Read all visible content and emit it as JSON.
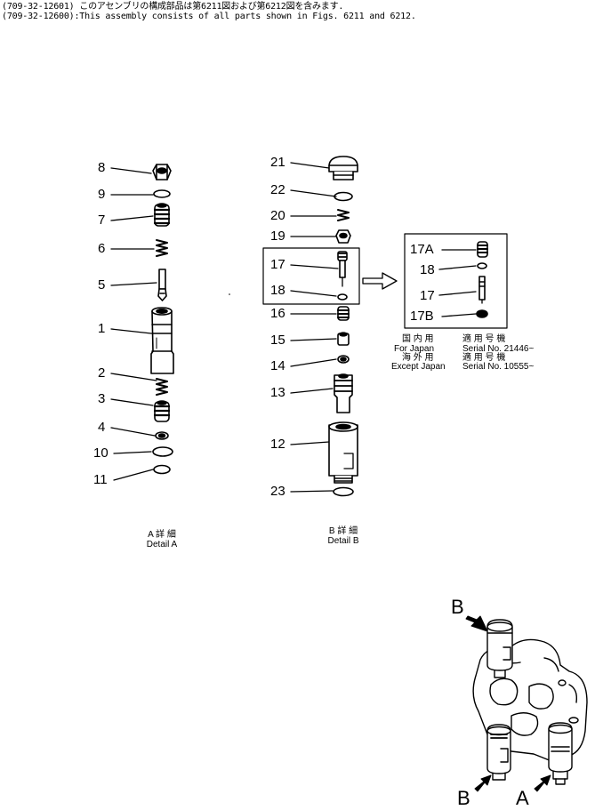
{
  "header": {
    "line1": "(709-32-12601) このアセンブリの構成部品は第6211図および第6212図を含みます.",
    "line2": "(709-32-12600):This assembly consists of all parts shown in Figs. 6211 and 6212."
  },
  "detail_a": {
    "labels": [
      "8",
      "9",
      "7",
      "6",
      "5",
      "1",
      "2",
      "3",
      "4",
      "10",
      "11"
    ],
    "caption_jp": "A 詳 細",
    "caption_en": "Detail A"
  },
  "detail_b": {
    "labels": [
      "21",
      "22",
      "20",
      "19",
      "17",
      "18",
      "16",
      "15",
      "14",
      "13",
      "12",
      "23"
    ],
    "caption_jp": "B 詳 細",
    "caption_en": "Detail B"
  },
  "inset": {
    "labels": [
      "17A",
      "18",
      "17",
      "17B"
    ]
  },
  "serial": {
    "jp_domestic": "国 内 用",
    "en_domestic": "For Japan",
    "jp_applicable_1": "適 用 号 機",
    "serial_domestic": "Serial No. 21446~",
    "jp_export": "海 外 用",
    "en_export": "Except Japan",
    "jp_applicable_2": "適 用 号 機",
    "serial_export": "Serial No. 10555~"
  },
  "view": {
    "label_b_top": "B",
    "label_b_bottom": "B",
    "label_a": "A"
  }
}
